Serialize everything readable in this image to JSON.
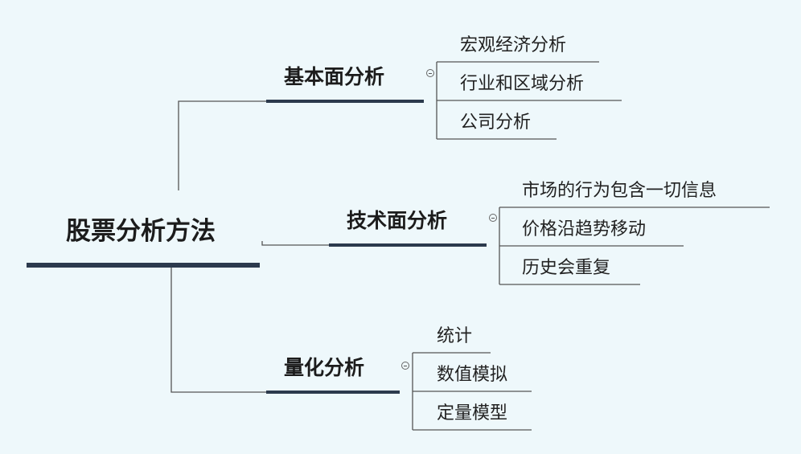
{
  "root": {
    "label": "股票分析方法"
  },
  "branches": [
    {
      "label": "基本面分析",
      "leaves": [
        "宏观经济分析",
        "行业和区域分析",
        "公司分析"
      ]
    },
    {
      "label": "技术面分析",
      "leaves": [
        "市场的行为包含一切信息",
        "价格沿趋势移动",
        "历史会重复"
      ]
    },
    {
      "label": "量化分析",
      "leaves": [
        "统计",
        "数值模拟",
        "定量模型"
      ]
    }
  ],
  "colors": {
    "background": "#eef8fb",
    "dark_line": "#2c3a4d",
    "thin_line": "#555555"
  }
}
